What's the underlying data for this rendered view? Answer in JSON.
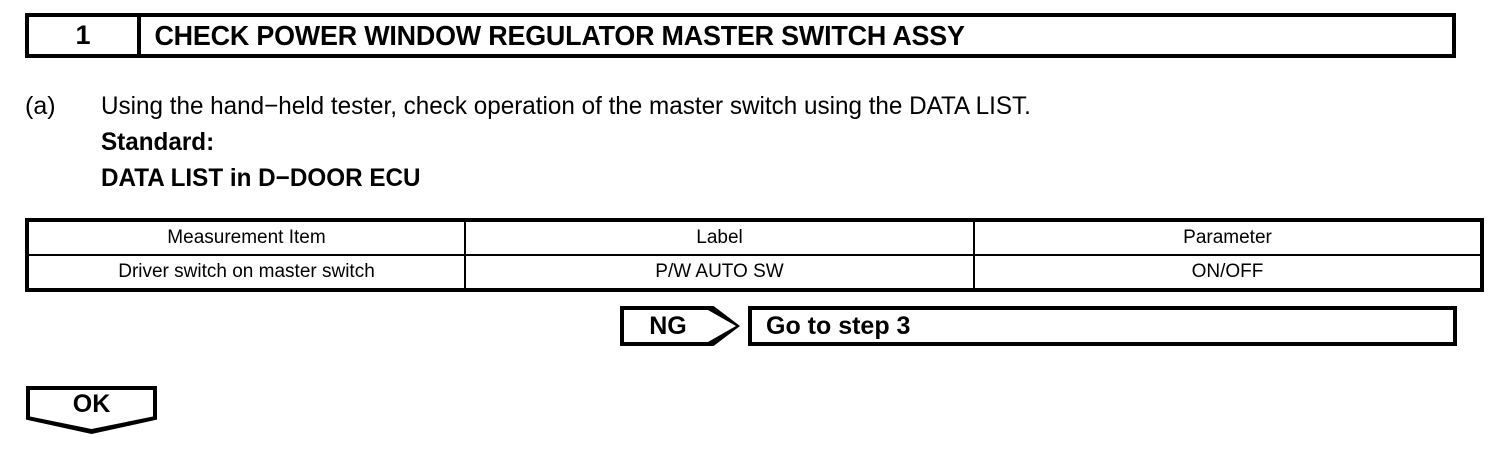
{
  "step": {
    "number": "1",
    "title": "CHECK POWER WINDOW REGULATOR MASTER SWITCH ASSY"
  },
  "procedure": {
    "marker": "(a)",
    "instruction": "Using the hand−held tester, check operation of the master switch using the DATA LIST.",
    "standard_label": "Standard:",
    "standard_subtitle": "DATA LIST in D−DOOR ECU"
  },
  "data_list_table": {
    "headers": [
      "Measurement Item",
      "Label",
      "Parameter"
    ],
    "rows": [
      [
        "Driver switch on master switch",
        "P/W AUTO SW",
        "ON/OFF"
      ]
    ]
  },
  "branches": {
    "ng": {
      "flag": "NG",
      "action": "Go to step 3"
    },
    "ok": {
      "flag": "OK"
    }
  },
  "colors": {
    "ink": "#000000",
    "paper": "#ffffff"
  }
}
